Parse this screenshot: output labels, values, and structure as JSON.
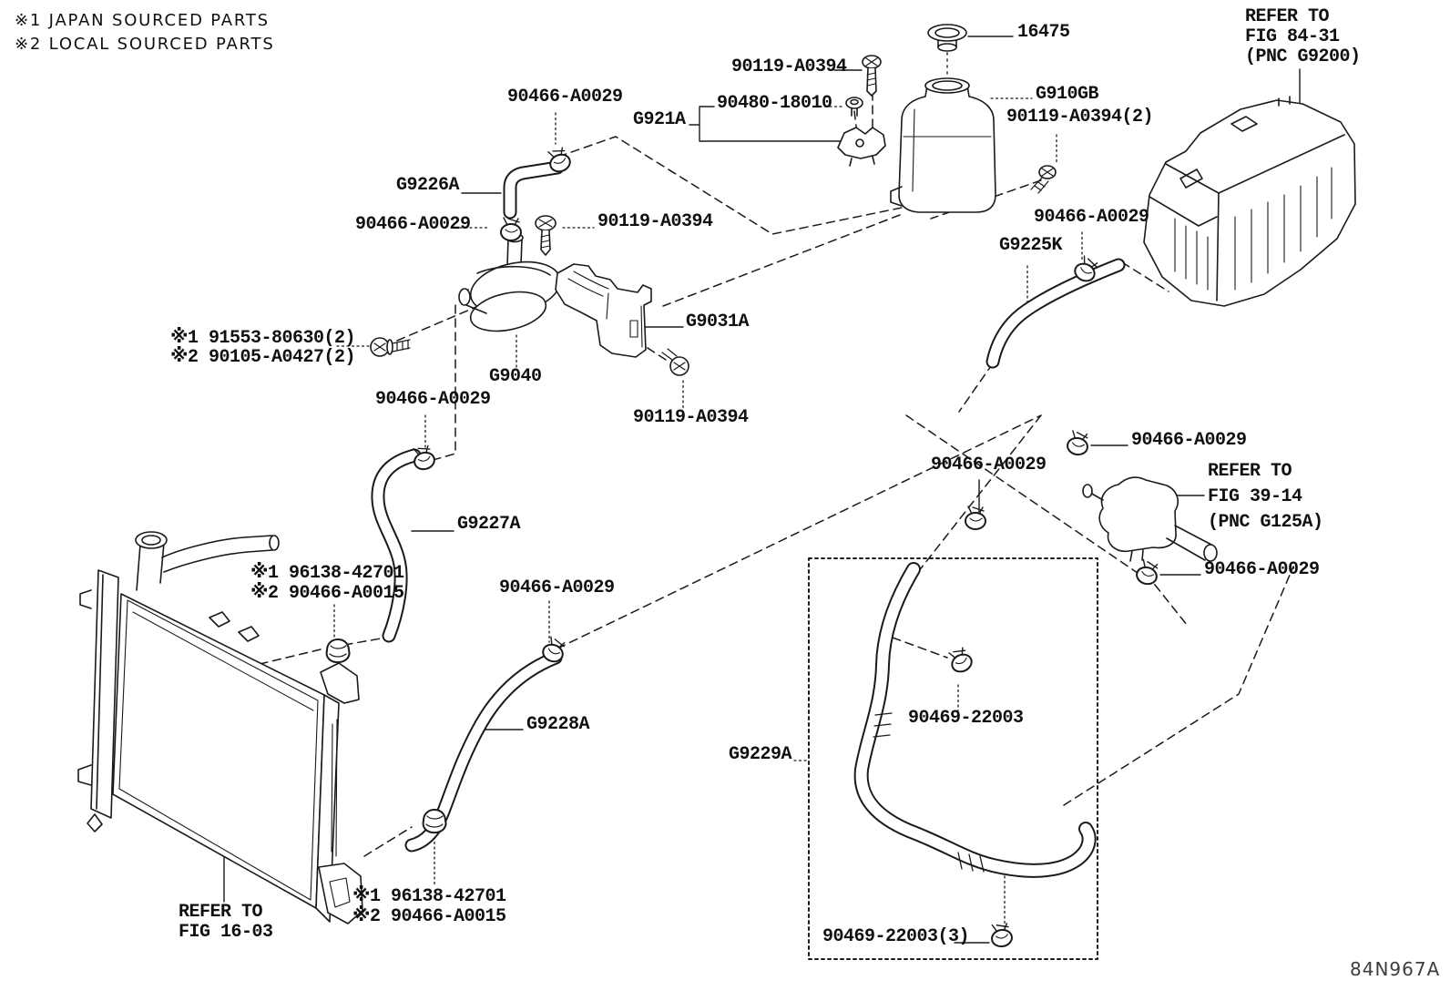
{
  "legend": {
    "line1": "※1 JAPAN SOURCED PARTS",
    "line2": "※2 LOCAL SOURCED PARTS"
  },
  "callouts": {
    "cap": "16475",
    "refer_inverter_l1": "REFER TO",
    "refer_inverter_l2": "FIG 84-31",
    "refer_inverter_l3": "(PNC G9200)",
    "screw_top": "90119-A0394",
    "grommet": "90480-18010",
    "reservoir_bracket": "G921A",
    "reservoir_tank": "G910GB",
    "reservoir_bolts": "90119-A0394(2)",
    "clamp_g9226_upper": "90466-A0029",
    "hose_g9226": "G9226A",
    "clamp_g9226_lower": "90466-A0029",
    "screw_mid": "90119-A0394",
    "hose_g9225": "G9225K",
    "clamp_g9225": "90466-A0029",
    "pump_bracket": "G9031A",
    "pump_bolt_jp": "※1 91553-80630(2)",
    "pump_bolt_local": "※2 90105-A0427(2)",
    "water_pump": "G9040",
    "clamp_g9227_upper": "90466-A0029",
    "bolt_bracket": "90119-A0394",
    "hose_g9227": "G9227A",
    "clamp_outlet": "90466-A0029",
    "clamp_mid": "90466-A0029",
    "refer_valve_l1": "REFER TO",
    "refer_valve_l2": "FIG 39-14",
    "refer_valve_l3": "(PNC G125A)",
    "clamp_valve": "90466-A0029",
    "clip_hose_jp": "※1 96138-42701",
    "clip_hose_local": "※2 90466-A0015",
    "clamp_g9228_upper": "90466-A0029",
    "hose_g9228": "G9228A",
    "hose_g9229": "G9229A",
    "clamp_g9229_upper": "90469-22003",
    "refer_radiator_l1": "REFER TO",
    "refer_radiator_l2": "FIG 16-03",
    "clip_hose2_jp": "※1 96138-42701",
    "clip_hose2_local": "※2 90466-A0015",
    "clamps_g9229_lower": "90469-22003(3)"
  },
  "drawing_number": "84N967A"
}
